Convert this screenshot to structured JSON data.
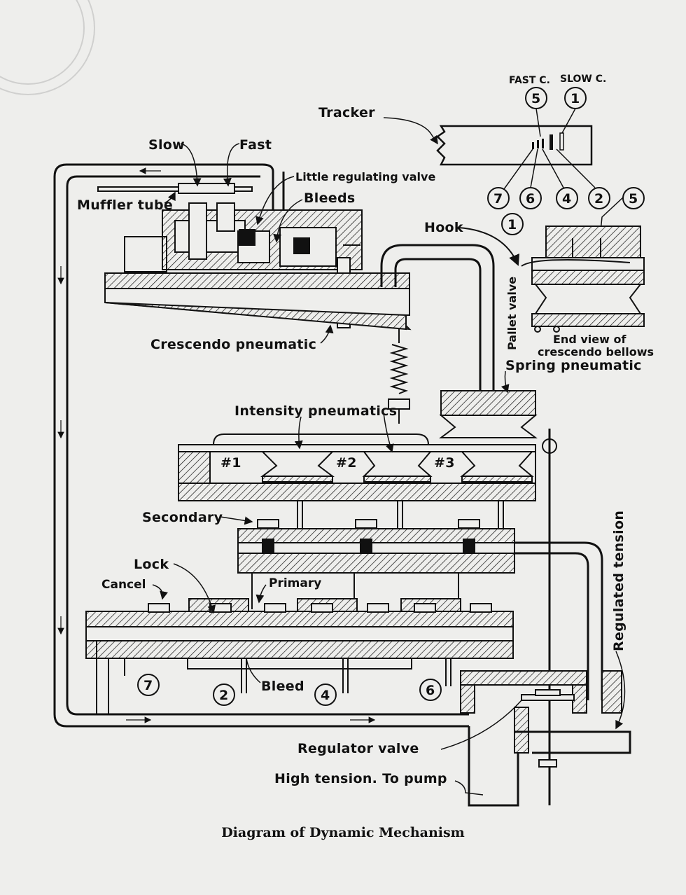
{
  "caption": "Diagram of Dynamic Mechanism",
  "colors": {
    "paper": "#eeeeec",
    "ink": "#111111"
  },
  "labels": {
    "tracker": "Tracker",
    "fast_c": "FAST C.",
    "slow_c": "SLOW C.",
    "slow": "Slow",
    "fast": "Fast",
    "little_regulating_valve": "Little regulating valve",
    "bleeds": "Bleeds",
    "muffler_tube": "Muffler tube",
    "hook": "Hook",
    "pallet_valve": "Pallet valve",
    "end_view_line1": "End view of",
    "end_view_line2": "crescendo bellows",
    "crescendo_pneumatic": "Crescendo pneumatic",
    "spring_pneumatic": "Spring pneumatic",
    "intensity_pneumatics": "Intensity pneumatics",
    "p1": "#1",
    "p2": "#2",
    "p3": "#3",
    "secondary": "Secondary",
    "lock": "Lock",
    "cancel": "Cancel",
    "primary": "Primary",
    "bleed": "Bleed",
    "regulated_tension": "Regulated tension",
    "regulator_valve": "Regulator valve",
    "high_tension": "High tension. To pump"
  },
  "tracker_numbers": {
    "top": [
      "5",
      "1"
    ],
    "bottom": [
      "7",
      "6",
      "4",
      "2",
      "5"
    ],
    "end_view": "1"
  },
  "bottom_numbers": [
    "7",
    "2",
    "4",
    "6"
  ]
}
